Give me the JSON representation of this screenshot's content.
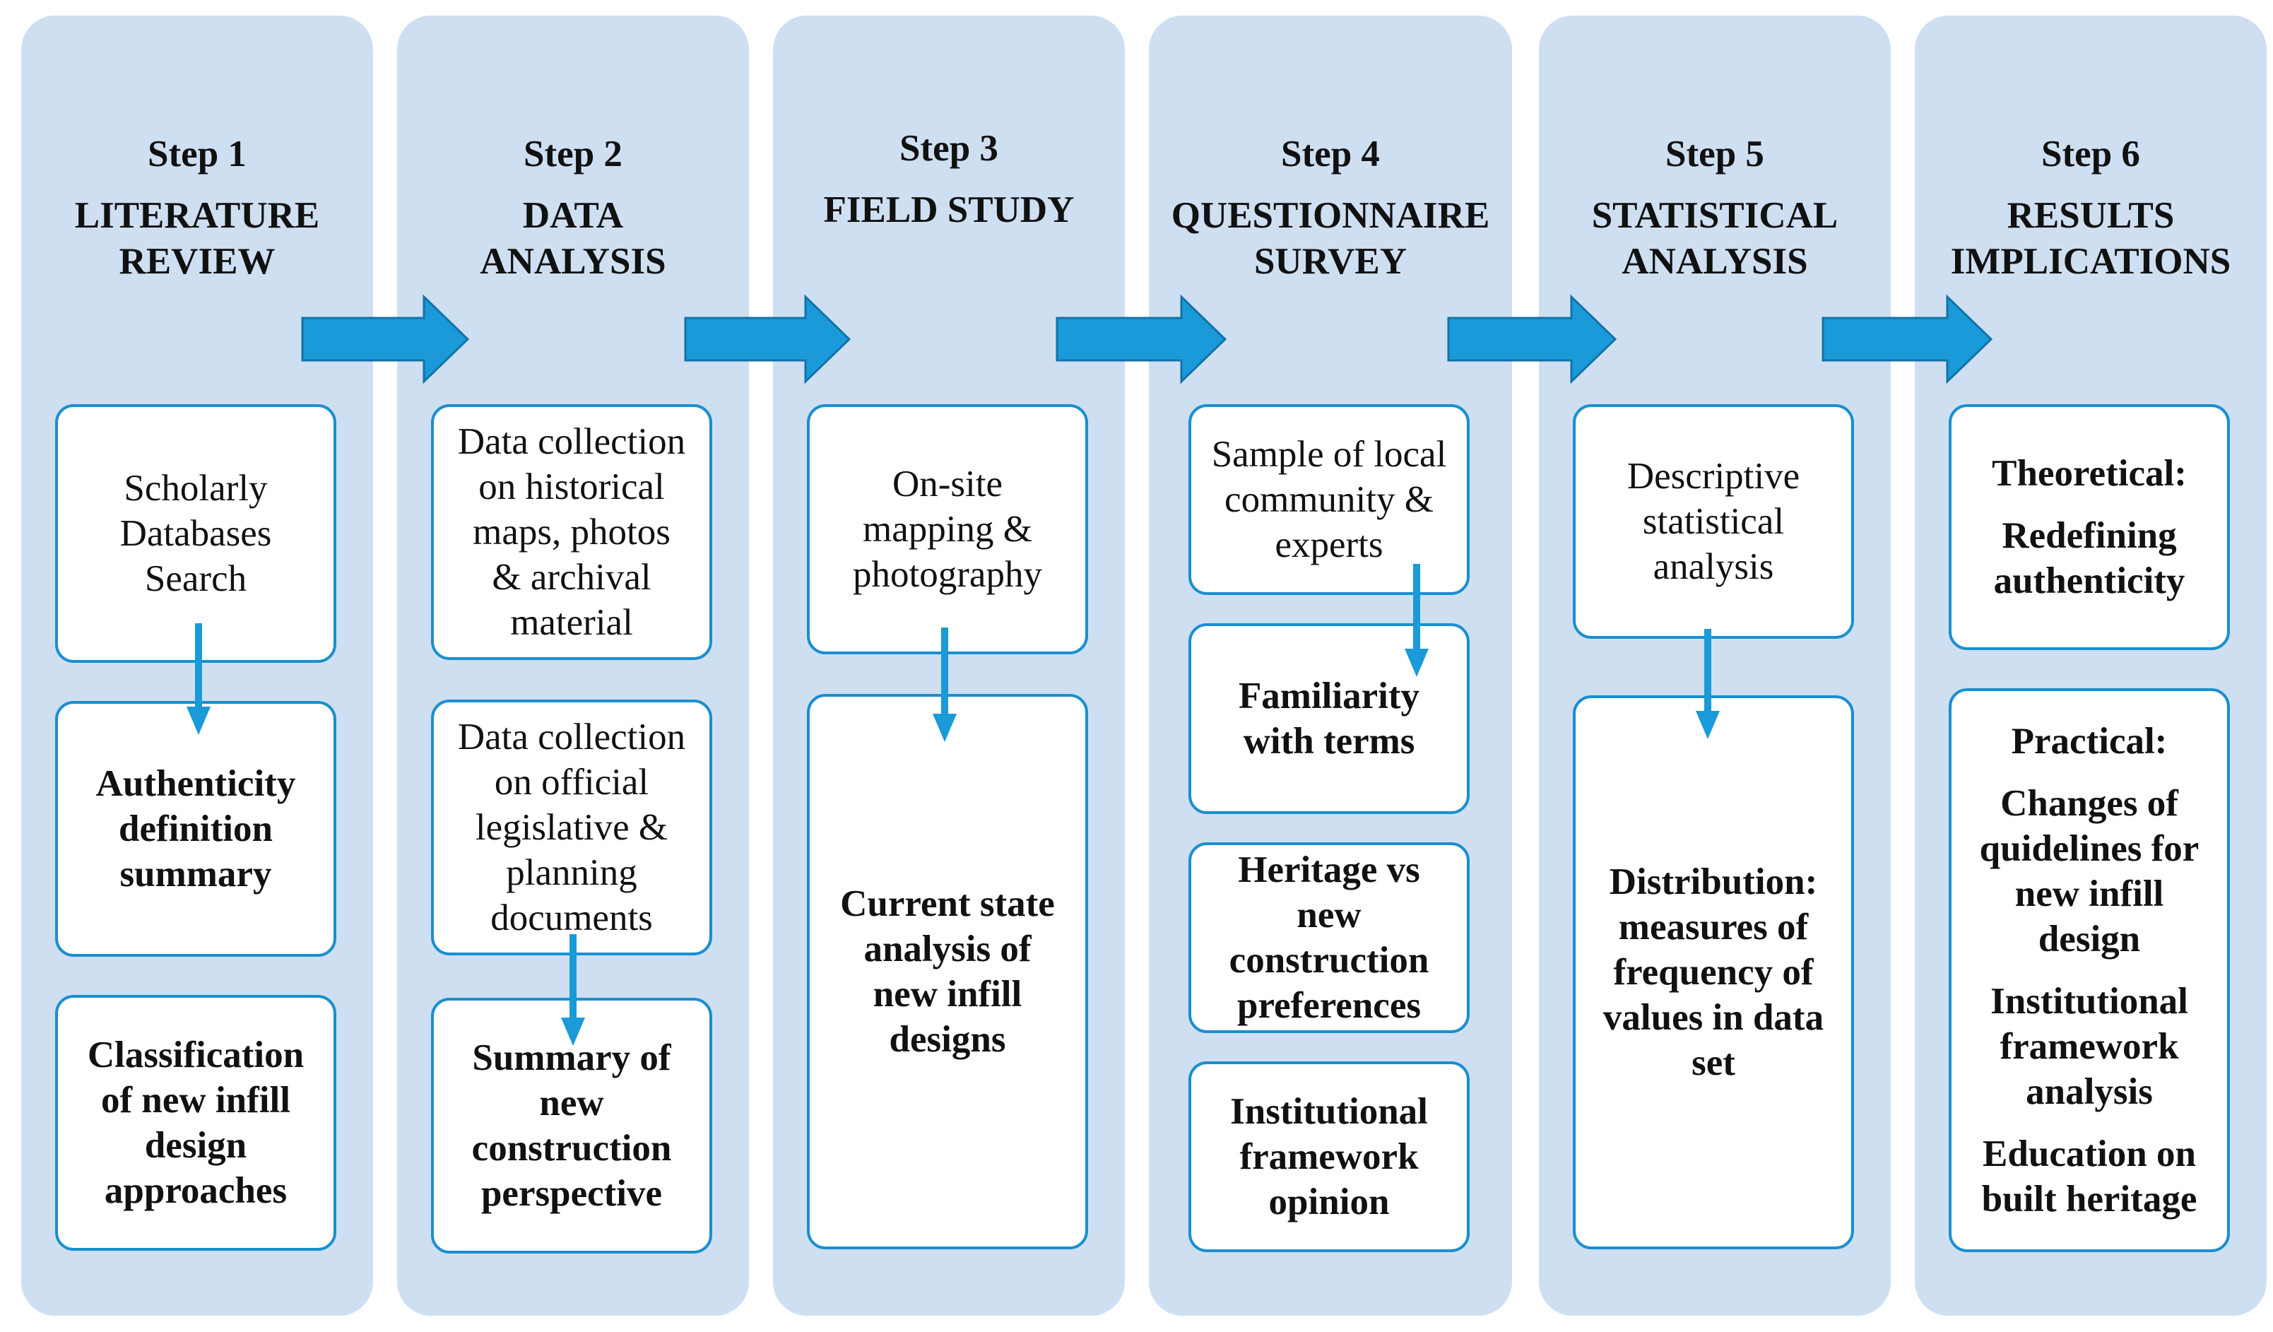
{
  "steps": [
    {
      "number": "Step 1",
      "title_lines": [
        "LITERATURE",
        "REVIEW"
      ],
      "boxes": [
        {
          "lines": [
            "Scholarly",
            "Databases",
            "Search"
          ],
          "bold": false
        },
        {
          "lines": [
            "Authenticity",
            "definition",
            "summary"
          ],
          "bold": true
        },
        {
          "lines": [
            "Classification",
            "of new infill",
            "design",
            "approaches"
          ],
          "bold": true
        }
      ]
    },
    {
      "number": "Step 2",
      "title_lines": [
        "DATA",
        "ANALYSIS"
      ],
      "boxes": [
        {
          "lines": [
            "Data collection",
            "on historical",
            "maps, photos",
            "& archival",
            "material"
          ],
          "bold": false
        },
        {
          "lines": [
            "Data collection",
            "on official",
            "legislative &",
            "planning",
            "documents"
          ],
          "bold": false
        },
        {
          "lines": [
            "Summary of",
            "new",
            "construction",
            "perspective"
          ],
          "bold": true
        }
      ]
    },
    {
      "number": "Step 3",
      "title_lines": [
        "FIELD STUDY"
      ],
      "boxes": [
        {
          "lines": [
            "On-site",
            "mapping &",
            "photography"
          ],
          "bold": false
        },
        {
          "lines": [
            "Current state",
            "analysis of",
            "new infill",
            "designs"
          ],
          "bold": true
        }
      ]
    },
    {
      "number": "Step 4",
      "title_lines": [
        "QUESTIONNAIRE",
        "SURVEY"
      ],
      "boxes": [
        {
          "lines": [
            "Sample of local",
            "community &",
            "experts"
          ],
          "bold": false
        },
        {
          "lines": [
            "Familiarity",
            "with terms"
          ],
          "bold": true
        },
        {
          "lines": [
            "Heritage vs",
            "new",
            "construction",
            "preferences"
          ],
          "bold": true
        },
        {
          "lines": [
            "Institutional",
            "framework",
            "opinion"
          ],
          "bold": true
        }
      ]
    },
    {
      "number": "Step 5",
      "title_lines": [
        "STATISTICAL",
        "ANALYSIS"
      ],
      "boxes": [
        {
          "lines": [
            "Descriptive",
            "statistical",
            "analysis"
          ],
          "bold": false
        },
        {
          "lines": [
            "Distribution:",
            "measures of",
            "frequency of",
            "values in data",
            "set"
          ],
          "bold": true
        }
      ]
    },
    {
      "number": "Step 6",
      "title_lines": [
        "RESULTS",
        "IMPLICATIONS"
      ],
      "boxes": [
        {
          "lines": [
            "Theoretical:",
            "",
            "Redefining",
            "authenticity"
          ],
          "bold": true
        },
        {
          "lines": [
            "Practical:",
            "",
            "Changes of",
            "quidelines for",
            "new infill",
            "design",
            "",
            "Institutional",
            "framework",
            "analysis",
            "",
            "Education on",
            "built heritage"
          ],
          "bold": true
        }
      ]
    }
  ],
  "colors": {
    "column_fill": "#cfdff2",
    "box_border": "#1a8fd0",
    "arrow_fill": "#1a9ad8",
    "arrow_stroke": "#1273a8"
  }
}
